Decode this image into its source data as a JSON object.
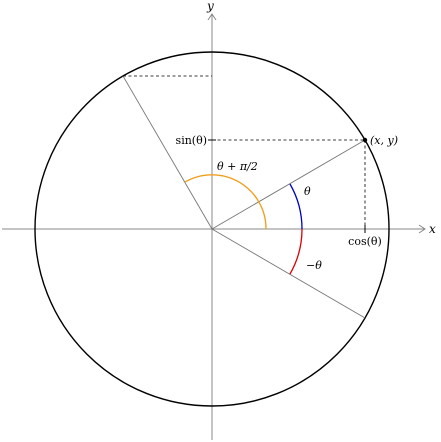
{
  "labels": {
    "axis_x": "x",
    "axis_y": "y",
    "sin_label": "sin(θ)",
    "cos_label": "cos(θ)",
    "point_label": "(x, y)",
    "theta_label": "θ",
    "theta_plus_label": "θ + π/2",
    "neg_theta_label": "−θ"
  },
  "colors": {
    "axis": "#888888",
    "circle": "#000000",
    "radius": "#777777",
    "dashed": "#000000",
    "arc_theta": "#0000cc",
    "arc_neg_theta": "#dd0000",
    "arc_theta_plus": "#f0a020"
  }
}
